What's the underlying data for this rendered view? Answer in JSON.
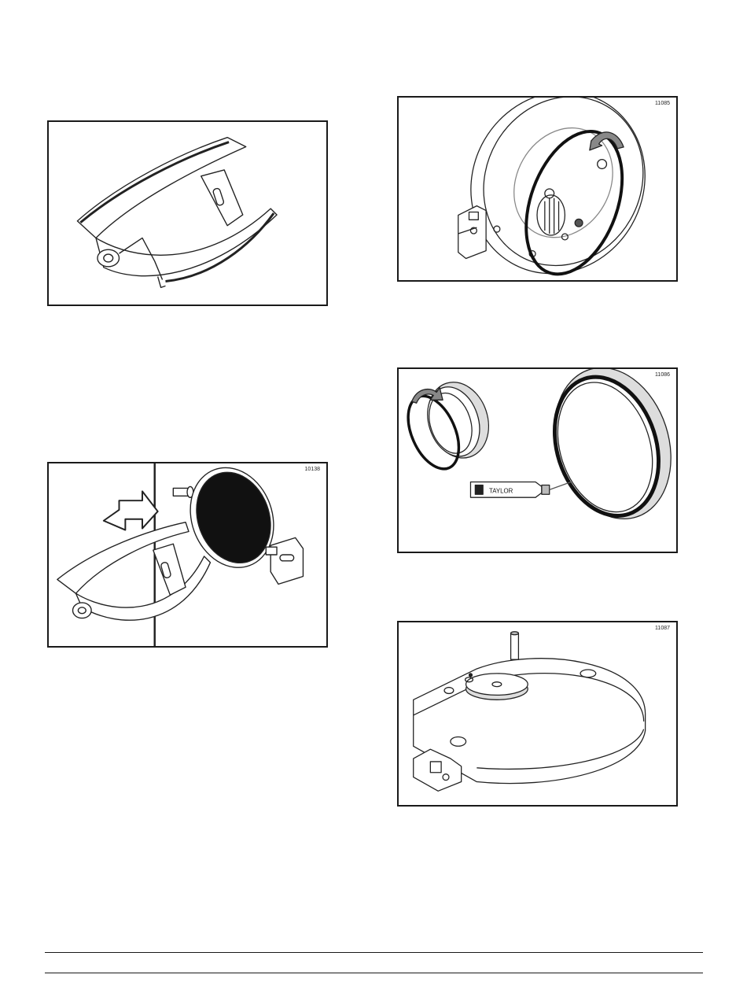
{
  "figures": {
    "handle": {
      "number": ""
    },
    "handle_install": {
      "number": "10138"
    },
    "ring_remove": {
      "number": "11085"
    },
    "ring_lube": {
      "number": "11086"
    },
    "plate": {
      "number": "11087"
    }
  },
  "tube_label": "TAYLOR"
}
